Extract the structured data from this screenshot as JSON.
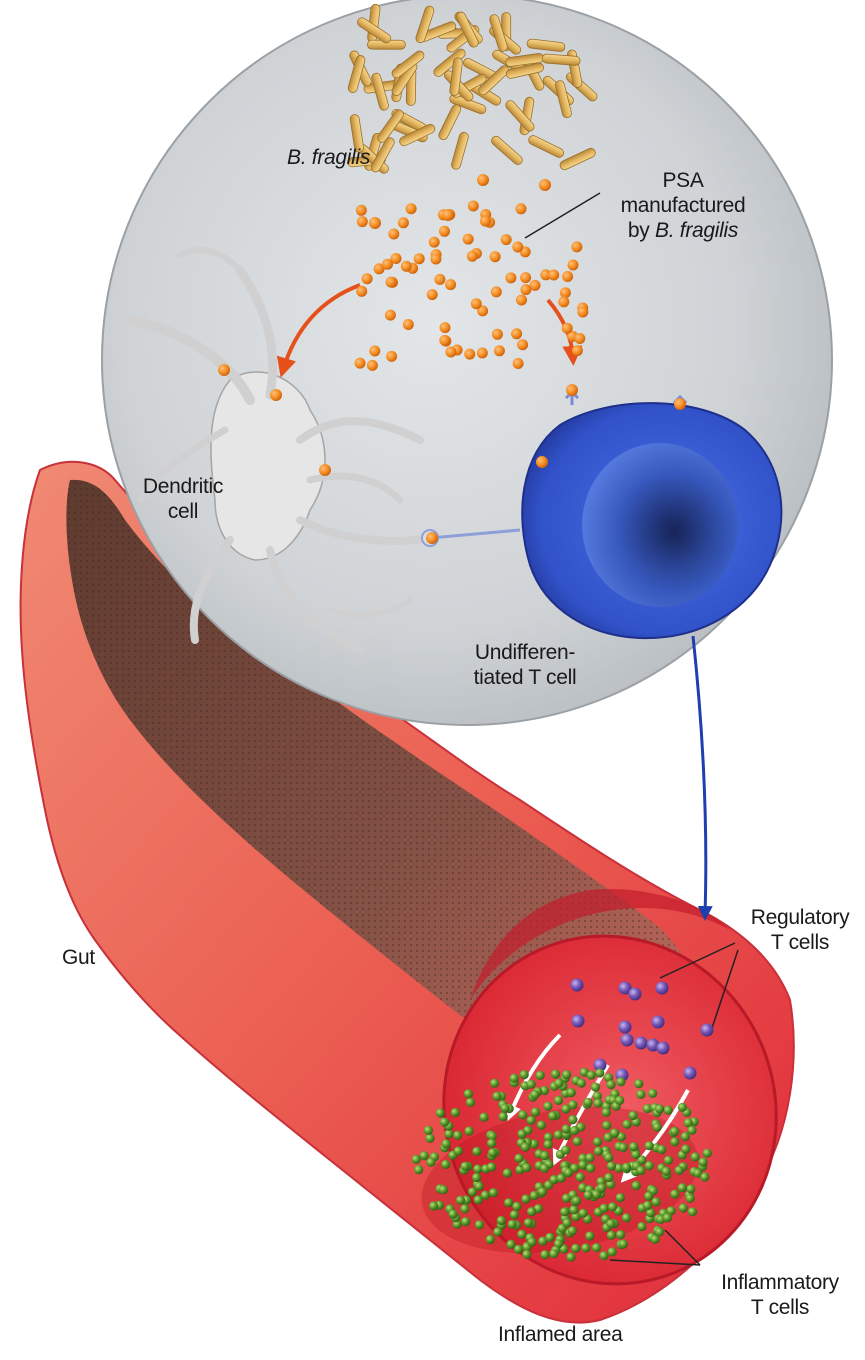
{
  "labels": {
    "b_fragilis": "B. fragilis",
    "psa": {
      "line1": "PSA",
      "line2": "manufactured",
      "line3_prefix": "by ",
      "line3_italic": "B. fragilis"
    },
    "dendritic": {
      "line1": "Dendritic",
      "line2": "cell"
    },
    "undifferentiated": {
      "line1": "Undifferen-",
      "line2": "tiated T cell"
    },
    "gut": "Gut",
    "regulatory": {
      "line1": "Regulatory",
      "line2": "T cells"
    },
    "inflammatory": {
      "line1": "Inflammatory",
      "line2": "T cells"
    },
    "inflamed_area": "Inflamed area"
  },
  "colors": {
    "bacteria": "#e3b65f",
    "psa_dots": "#f28a1e",
    "orange_arrows": "#e5501b",
    "blue_arrow": "#1f3fae",
    "t_cell": "#3554c9",
    "dendritic_cell": "#e6e6e6",
    "gut_outer": "#e8483f",
    "gut_lumen": "#7a4a3c",
    "regulatory_cells": "#6a4fa0",
    "inflammatory_cells": "#5d9b2e",
    "circle_bg": "#cfd3d6"
  },
  "icons": {
    "bacteria": "rod-bacteria-icon",
    "psa": "psa-molecule-icon",
    "regulatory": "regulatory-t-cell-icon",
    "inflammatory": "inflammatory-t-cell-icon"
  }
}
